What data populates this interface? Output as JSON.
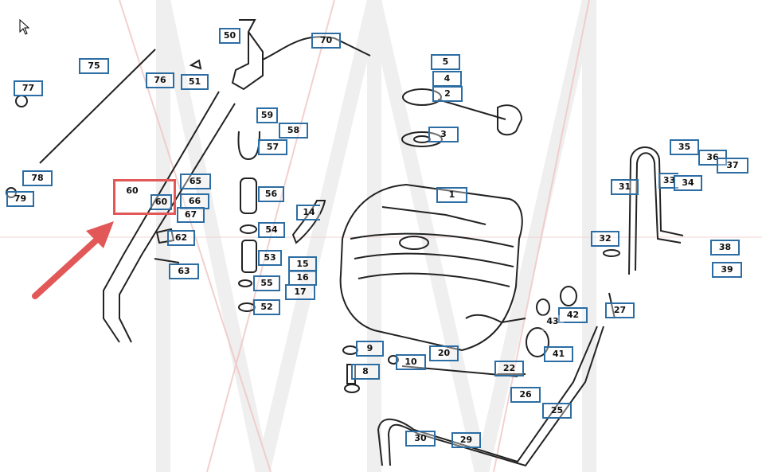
{
  "diagram": {
    "callouts": [
      {
        "id": "c50",
        "text": "50"
      },
      {
        "id": "c70",
        "text": "70"
      },
      {
        "id": "c75",
        "text": "75"
      },
      {
        "id": "c76",
        "text": "76"
      },
      {
        "id": "c51",
        "text": "51"
      },
      {
        "id": "c77",
        "text": "77"
      },
      {
        "id": "c78",
        "text": "78"
      },
      {
        "id": "c79",
        "text": "79"
      },
      {
        "id": "c60a",
        "text": "60"
      },
      {
        "id": "c60b",
        "text": "60"
      },
      {
        "id": "c65",
        "text": "65"
      },
      {
        "id": "c66",
        "text": "66"
      },
      {
        "id": "c67",
        "text": "67"
      },
      {
        "id": "c62",
        "text": "62"
      },
      {
        "id": "c63",
        "text": "63"
      },
      {
        "id": "c59",
        "text": "59"
      },
      {
        "id": "c58",
        "text": "58"
      },
      {
        "id": "c57",
        "text": "57"
      },
      {
        "id": "c56",
        "text": "56"
      },
      {
        "id": "c54",
        "text": "54"
      },
      {
        "id": "c53",
        "text": "53"
      },
      {
        "id": "c55",
        "text": "55"
      },
      {
        "id": "c52",
        "text": "52"
      },
      {
        "id": "c14",
        "text": "14"
      },
      {
        "id": "c15",
        "text": "15"
      },
      {
        "id": "c16",
        "text": "16"
      },
      {
        "id": "c17",
        "text": "17"
      },
      {
        "id": "c5",
        "text": "5"
      },
      {
        "id": "c4",
        "text": "4"
      },
      {
        "id": "c2",
        "text": "2"
      },
      {
        "id": "c3",
        "text": "3"
      },
      {
        "id": "c1",
        "text": "1"
      },
      {
        "id": "c35",
        "text": "35"
      },
      {
        "id": "c36",
        "text": "36"
      },
      {
        "id": "c37",
        "text": "37"
      },
      {
        "id": "c31",
        "text": "31"
      },
      {
        "id": "c33",
        "text": "33"
      },
      {
        "id": "c34",
        "text": "34"
      },
      {
        "id": "c32",
        "text": "32"
      },
      {
        "id": "c38",
        "text": "38"
      },
      {
        "id": "c39",
        "text": "39"
      },
      {
        "id": "c27",
        "text": "27"
      },
      {
        "id": "c42",
        "text": "42"
      },
      {
        "id": "c43",
        "text": "43"
      },
      {
        "id": "c41",
        "text": "41"
      },
      {
        "id": "c9",
        "text": "9"
      },
      {
        "id": "c8",
        "text": "8"
      },
      {
        "id": "c10",
        "text": "10"
      },
      {
        "id": "c20",
        "text": "20"
      },
      {
        "id": "c22",
        "text": "22"
      },
      {
        "id": "c26",
        "text": "26"
      },
      {
        "id": "c25",
        "text": "25"
      },
      {
        "id": "c30",
        "text": "30"
      },
      {
        "id": "c29",
        "text": "29"
      }
    ],
    "highlight_color": "#e25858",
    "callout_border_color": "#2c6da3",
    "watermark_color": "#e9a7a7"
  }
}
